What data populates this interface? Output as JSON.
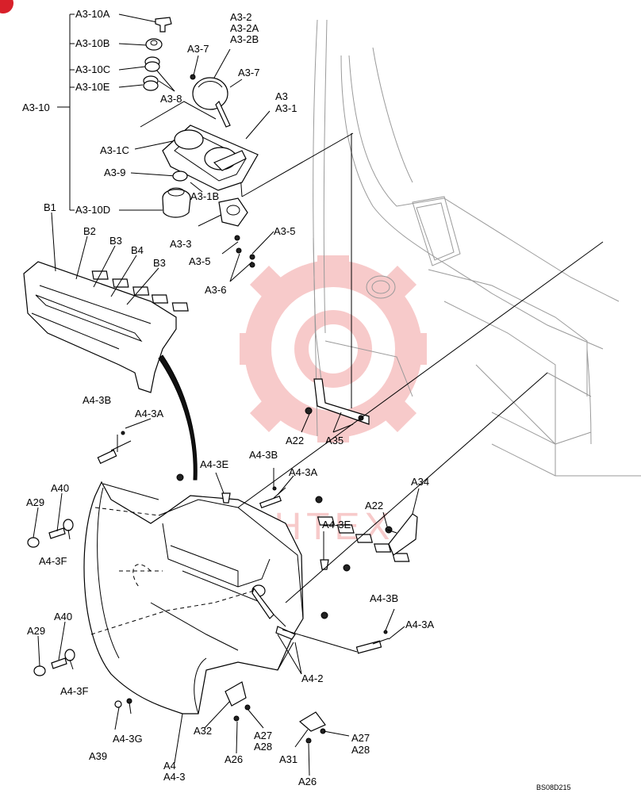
{
  "watermark": {
    "text": "ИНТЕХ",
    "color": "#f2a0a0"
  },
  "corner_code": "BS08D215",
  "labels": {
    "a3_10a": "A3-10A",
    "a3_10b": "A3-10B",
    "a3_10c": "A3-10C",
    "a3_10e": "A3-10E",
    "a3_10": "A3-10",
    "a3_10d": "A3-10D",
    "a3_8": "A3-8",
    "a3_7_top": "A3-7",
    "a3_7_right": "A3-7",
    "a3_2": "A3-2",
    "a3_2a": "A3-2A",
    "a3_2b": "A3-2B",
    "a3": "A3",
    "a3_1": "A3-1",
    "a3_1c": "A3-1C",
    "a3_9": "A3-9",
    "a3_1b": "A3-1B",
    "a3_3": "A3-3",
    "a3_5_right": "A3-5",
    "a3_5_left": "A3-5",
    "a3_6": "A3-6",
    "b1": "B1",
    "b2": "B2",
    "b3_top": "B3",
    "b4": "B4",
    "b3_right": "B3",
    "a4_3b_left": "A4-3B",
    "a4_3a_left": "A4-3A",
    "a4_3e_top": "A4-3E",
    "a4_3b_mid": "A4-3B",
    "a4_3a_mid": "A4-3A",
    "a29_top": "A29",
    "a40_top": "A40",
    "a4_3f_top": "A4-3F",
    "a22_bottom": "A22",
    "a34": "A34",
    "a4_3e_mid": "A4-3E",
    "a22_top": "A22",
    "a35": "A35",
    "a4_3b_right": "A4-3B",
    "a4_3a_right": "A4-3A",
    "a29_bottom": "A29",
    "a40_bottom": "A40",
    "a4_3f_bottom": "A4-3F",
    "a4_2": "A4-2",
    "a39": "A39",
    "a4_3g": "A4-3G",
    "a32": "A32",
    "a27_left": "A27",
    "a28_left": "A28",
    "a26_left": "A26",
    "a4": "A4",
    "a4_3": "A4-3",
    "a31": "A31",
    "a27_right": "A27",
    "a28_right": "A28",
    "a26_right": "A26"
  }
}
